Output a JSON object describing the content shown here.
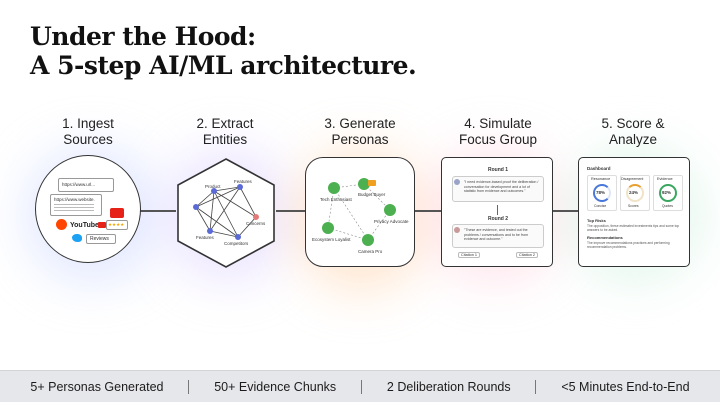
{
  "title": {
    "line1": "Under the Hood:",
    "line2": "A 5-step AI/ML architecture."
  },
  "colors": {
    "glow_blue": "#b9c8ff",
    "glow_purple": "#d7c6ff",
    "glow_orange": "#ffd1a8",
    "glow_pink": "#ffc7d6",
    "glow_green": "#c7efd9",
    "youtube_red": "#e62117",
    "twitter_blue": "#1da1f2",
    "reddit_orange": "#ff4500",
    "persona_green": "#4caf50",
    "stats_bar": "#e6e7ea"
  },
  "steps": [
    {
      "label_line1": "1. Ingest",
      "label_line2": "Sources",
      "items": {
        "url1": "https://www.url...",
        "url2": "https://www.website.",
        "youtube": "YouTube",
        "reviews": "Reviews",
        "stars": "★★★★"
      }
    },
    {
      "label_line1": "2. Extract",
      "label_line2": "Entities",
      "entities": [
        "Product",
        "Features",
        "Concerns",
        "Competitors",
        "Features"
      ]
    },
    {
      "label_line1": "3. Generate",
      "label_line2": "Personas",
      "personas": [
        "Tech Enthusiast",
        "Budget Buyer",
        "Privacy Advocate",
        "Ecosystem Loyalist",
        "Camera Pro"
      ]
    },
    {
      "label_line1": "4. Simulate",
      "label_line2": "Focus Group",
      "round1": "Round 1",
      "round2": "Round 2",
      "quote1": "\"I need evidence-based proof the deliberation / conversation for development and a lot of statistic from evidence and outcomes.\"",
      "quote2": "\"These are evidence, and tested out the problems / conversations and to be from evidence and outcome.\"",
      "citation1": "Citation 1",
      "citation2": "Citation 2"
    },
    {
      "label_line1": "5. Score &",
      "label_line2": "Analyze",
      "dashboard_title": "Dashboard",
      "metrics": [
        {
          "name": "Resonance",
          "value": "78%",
          "caption": "Concise"
        },
        {
          "name": "Disagreement",
          "value": "24%",
          "caption": "Scores"
        },
        {
          "name": "Evidence",
          "value": "92%",
          "caption": "Quotes"
        }
      ],
      "top_risks_title": "Top Risks",
      "top_risks": "The opposition, these estimated investments tips and some top answers to be asked.",
      "recommendations_title": "Recommendations",
      "recommendations": "The improve recommendations practices and performing recommendation problems."
    }
  ],
  "stats": [
    "5+ Personas Generated",
    "50+ Evidence Chunks",
    "2 Deliberation Rounds",
    "<5 Minutes End-to-End"
  ]
}
